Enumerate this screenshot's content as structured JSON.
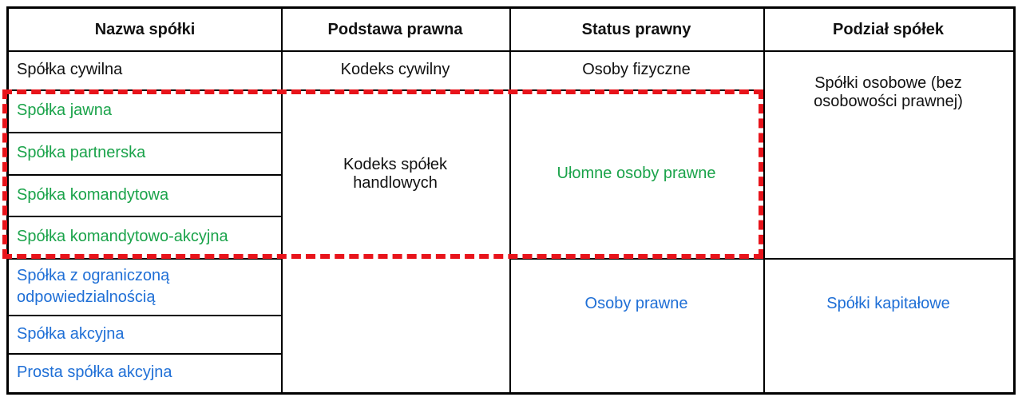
{
  "headers": [
    "Nazwa spółki",
    "Podstawa prawna",
    "Status prawny",
    "Podział spółek"
  ],
  "rows": {
    "civil": {
      "name": "Spółka cywilna",
      "basis": "Kodeks cywilny",
      "status": "Osoby fizyczne"
    },
    "personal": {
      "names": [
        "Spółka jawna",
        "Spółka partnerska",
        "Spółka komandytowa",
        "Spółka komandytowo-akcyjna"
      ],
      "basis": "Kodeks spółek handlowych",
      "status": "Ułomne osoby prawne"
    },
    "capital": {
      "names": [
        "Spółka z ograniczoną odpowiedzialnością",
        "Spółka akcyjna",
        "Prosta spółka akcyjna"
      ],
      "status": "Osoby prawne",
      "division": "Spółki kapitałowe"
    },
    "personal_division": "Spółki osobowe (bez osobowości prawnej)"
  },
  "colors": {
    "green": "#1aa34a",
    "blue": "#1f6fd6",
    "highlight": "#e8141b"
  }
}
